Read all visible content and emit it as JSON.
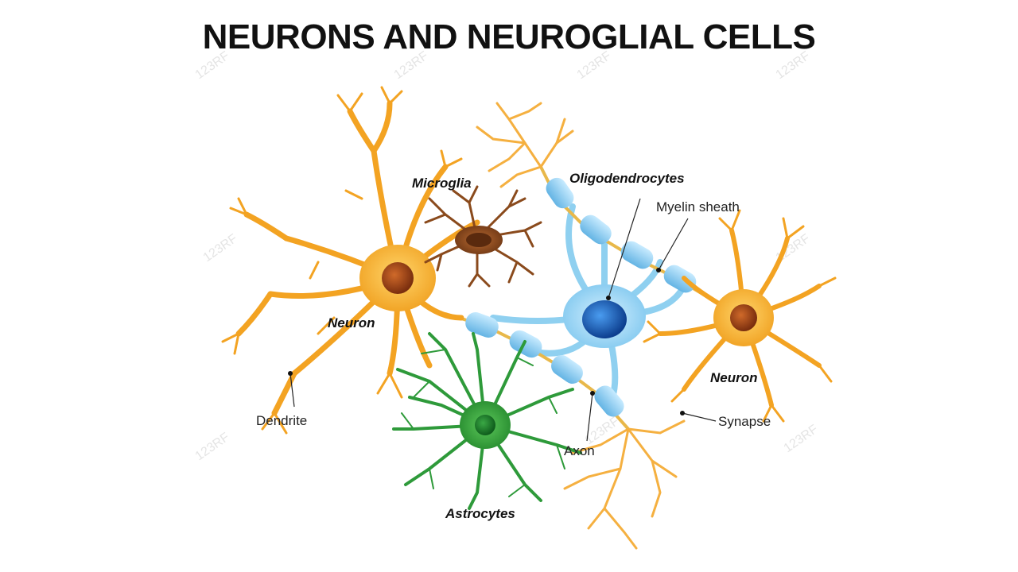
{
  "title": "NEURONS AND NEUROGLIAL CELLS",
  "labels": {
    "microglia": "Microglia",
    "oligodendrocytes": "Oligodendrocytes",
    "myelin_sheath": "Myelin sheath",
    "neuron_left": "Neuron",
    "neuron_right": "Neuron",
    "dendrite": "Dendrite",
    "synapse": "Synapse",
    "axon": "Axon",
    "astrocytes": "Astrocytes"
  },
  "watermark": "123RF",
  "colors": {
    "neuron": "#f5a623",
    "neuron_nucleus": "#a0461a",
    "microglia": "#8a4a1c",
    "astrocyte": "#2e9a3a",
    "oligodendrocyte": "#8fd0f0",
    "oligo_nucleus": "#1a5fb4",
    "myelin": "#7fc4ea"
  }
}
